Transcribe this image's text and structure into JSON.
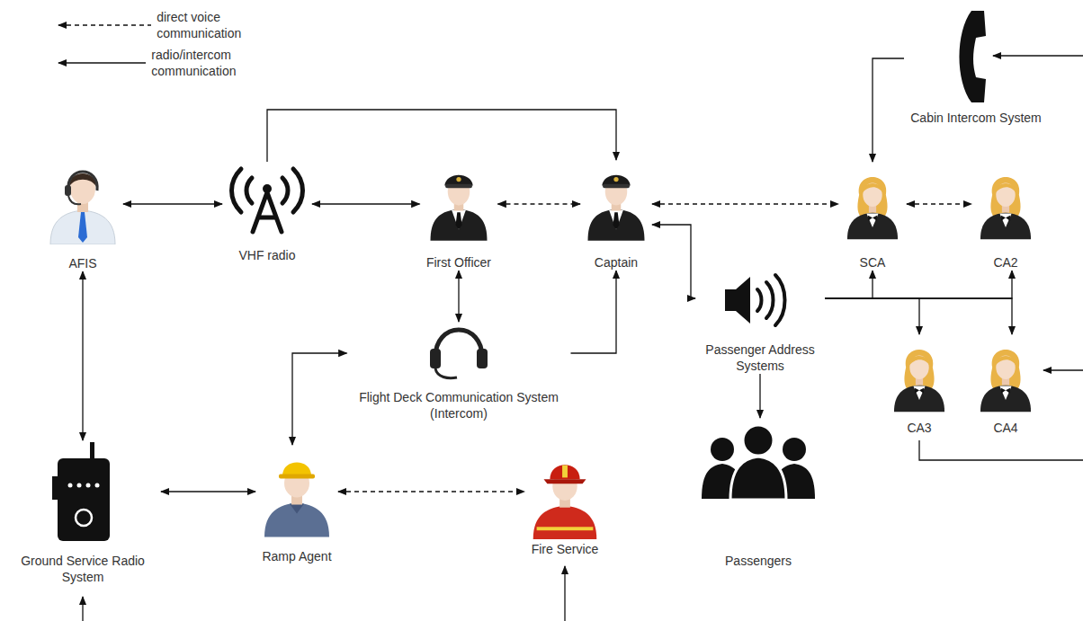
{
  "diagram": {
    "nodes": [
      {
        "text": [
          "AFIS"
        ]
      },
      {
        "text": [
          "VHF radio"
        ]
      },
      {
        "text": [
          "First Officer"
        ]
      },
      {
        "text": [
          "Captain"
        ]
      },
      {
        "text": [
          "Cabin Intercom System"
        ]
      },
      {
        "text": [
          "SCA"
        ]
      },
      {
        "text": [
          "CA2"
        ]
      },
      {
        "text": [
          "Passenger Address Systems"
        ]
      },
      {
        "text": [
          "CA3"
        ]
      },
      {
        "text": [
          "CA4"
        ]
      },
      {
        "text": [
          "Flight Deck Communication System (Intercom)"
        ]
      },
      {
        "text": [
          "Passengers"
        ]
      },
      {
        "text": [
          "Ground Service Radio System"
        ]
      },
      {
        "text": [
          "Ramp Agent"
        ]
      },
      {
        "text": [
          "Fire Service"
        ]
      }
    ],
    "edges": [
      {
        "from": 0,
        "to": 1,
        "arrow": "both"
      },
      {
        "from": 1,
        "to": 2,
        "arrow": "both"
      },
      {
        "from": 1,
        "to": 3,
        "arrow": "to"
      },
      {
        "from": 2,
        "to": 3,
        "arrow": "both"
      },
      {
        "from": 3,
        "to": 5,
        "arrow": "both"
      },
      {
        "from": 5,
        "to": 6,
        "arrow": "both"
      },
      {
        "from": 4,
        "to": 5,
        "arrow": "to"
      },
      {
        "from": 3,
        "to": 7,
        "arrow": "both"
      },
      {
        "from": 7,
        "to": 11,
        "arrow": "to"
      },
      {
        "from": 7,
        "to": 5,
        "arrow": "to"
      },
      {
        "from": 7,
        "to": 6,
        "arrow": "to"
      },
      {
        "from": 7,
        "to": 8,
        "arrow": "to"
      },
      {
        "from": 7,
        "to": 9,
        "arrow": "to"
      },
      {
        "from": 2,
        "to": 10,
        "arrow": "both"
      },
      {
        "from": 10,
        "to": 3,
        "arrow": "to"
      },
      {
        "from": 10,
        "to": 13,
        "arrow": "both"
      },
      {
        "from": 0,
        "to": 12,
        "arrow": "both"
      },
      {
        "from": 12,
        "to": 13,
        "arrow": "both"
      },
      {
        "from": 13,
        "to": 14,
        "arrow": "both"
      }
    ],
    "legend": [
      {
        "text": "direct voice communication"
      },
      {
        "text": "radio/intercom communication"
      }
    ]
  }
}
